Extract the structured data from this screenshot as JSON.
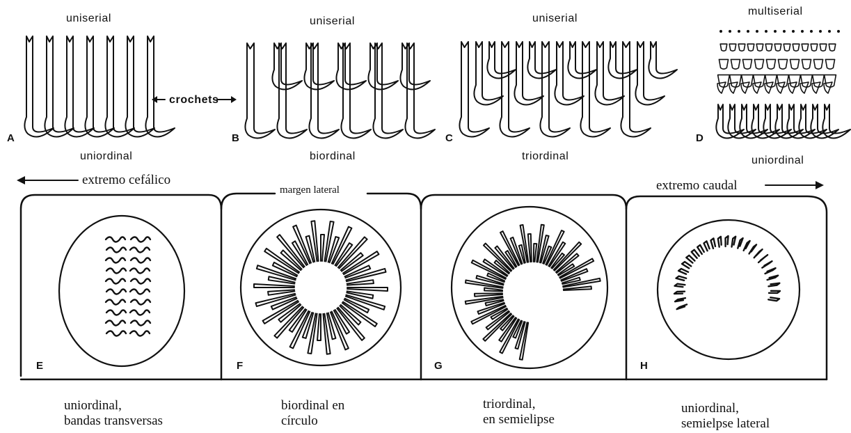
{
  "top_row": {
    "panels": [
      {
        "letter": "A",
        "row_type": "uniserial",
        "order": "uniordinal"
      },
      {
        "letter": "B",
        "row_type": "uniserial",
        "order": "biordinal"
      },
      {
        "letter": "C",
        "row_type": "uniserial",
        "order": "triordinal"
      },
      {
        "letter": "D",
        "row_type": "multiserial",
        "order": "uniordinal"
      }
    ],
    "crochets_label": "crochets"
  },
  "orientation": {
    "cephalic": "extremo cefálico",
    "lateral": "margen lateral",
    "caudal": "extremo caudal"
  },
  "bottom_row": {
    "panels": [
      {
        "letter": "E",
        "caption": "uniordinal,\nbandas transversas"
      },
      {
        "letter": "F",
        "caption": "biordinal en\ncírculo"
      },
      {
        "letter": "G",
        "caption": "triordinal,\nen semielipse"
      },
      {
        "letter": "H",
        "caption": "uniordinal,\nsemielpse lateral"
      }
    ]
  },
  "colors": {
    "ink": "#111111",
    "background": "#ffffff"
  }
}
